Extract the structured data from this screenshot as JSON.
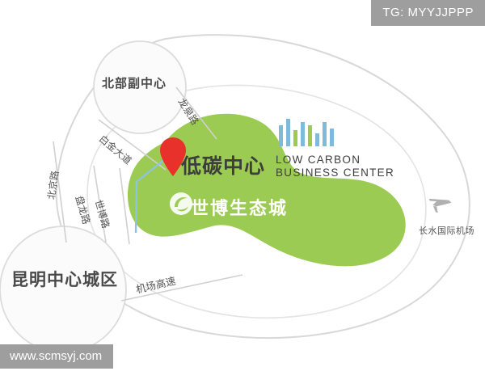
{
  "watermarks": {
    "tg": "TG: MYYJJPPP",
    "site": "www.scmsyj.com"
  },
  "map": {
    "title_cn": "低碳中心",
    "title_en_line1": "LOW CARBON",
    "title_en_line2": "BUSINESS CENTER",
    "expo_brand": "世博生态城",
    "districts": [
      {
        "name": "昆明中心城区"
      },
      {
        "name": "北部副中心"
      }
    ],
    "roads": [
      {
        "name": "北京路"
      },
      {
        "name": "白金大道"
      },
      {
        "name": "龙泉路"
      },
      {
        "name": "盘龙路"
      },
      {
        "name": "世博路"
      },
      {
        "name": "机场高速"
      }
    ],
    "airport": {
      "name": "长水国际机场",
      "icon": "airplane-icon"
    },
    "pin": {
      "icon": "map-pin-icon"
    },
    "colors": {
      "green_zone": "#9ccb53",
      "outline_gray": "#d8d8d8",
      "circle_fill": "#fafafa",
      "accent_blue": "#7fbbd9",
      "watermark_gray": "#9e9e9e",
      "pin_red": "#e8312a"
    },
    "bar_logo": {
      "name": "low-carbon-bars-logo",
      "bars": [
        {
          "color": "#7fbbd9",
          "height": 26
        },
        {
          "color": "#7fbbd9",
          "height": 34
        },
        {
          "color": "#9ccb53",
          "height": 20
        },
        {
          "color": "#7fbbd9",
          "height": 30
        },
        {
          "color": "#9ccb53",
          "height": 26
        },
        {
          "color": "#7fbbd9",
          "height": 16
        },
        {
          "color": "#7fbbd9",
          "height": 30
        },
        {
          "color": "#7fbbd9",
          "height": 22
        }
      ]
    }
  }
}
